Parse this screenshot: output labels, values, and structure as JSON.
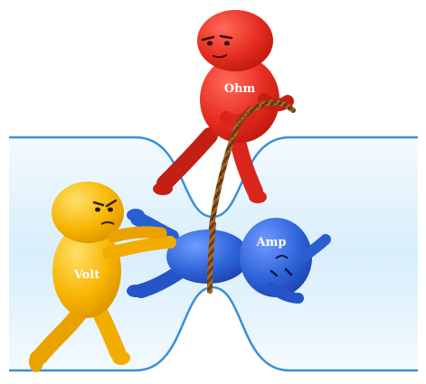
{
  "characters": {
    "ohm": {
      "label": "Ohm",
      "color": "#e52b1f"
    },
    "volt": {
      "label": "Volt",
      "color": "#f7b500"
    },
    "amp": {
      "label": "Amp",
      "color": "#2d63d8"
    }
  },
  "conductor": {
    "outline_color": "#3a8fd6",
    "fill_color": "#dff0fb"
  },
  "rope": {
    "color": "#6b3b16"
  }
}
